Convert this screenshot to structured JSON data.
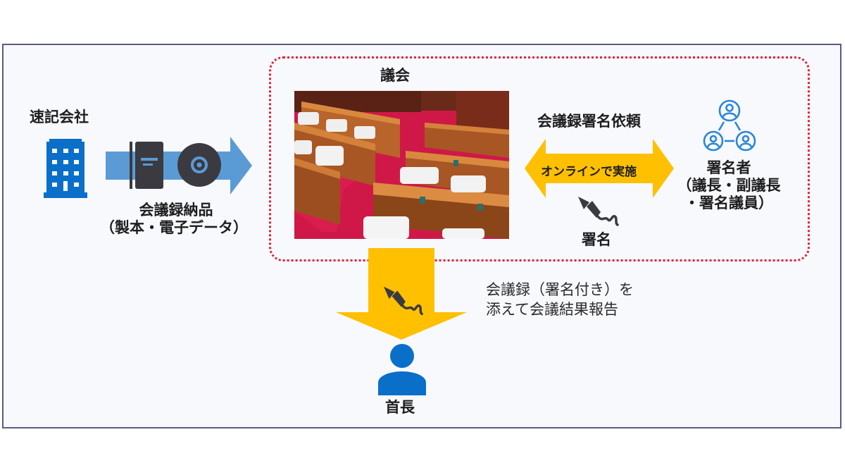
{
  "diagram": {
    "nodes": {
      "stenography_company": {
        "label": "速記会社",
        "icon": "office-building-icon"
      },
      "delivery": {
        "label_line1": "会議録納品",
        "label_line2": "（製本・電子データ）",
        "icons": [
          "bound-book-icon",
          "disc-icon"
        ]
      },
      "council": {
        "label": "議会",
        "image": "council-chamber-photo"
      },
      "signature_request": {
        "label": "会議録署名依頼",
        "arrow_text": "オンラインで実施"
      },
      "signature": {
        "label": "署名",
        "icon": "fountain-pen-icon"
      },
      "signers": {
        "label_line1": "署名者",
        "label_line2": "（議長・副議長",
        "label_line3": "・署名議員）",
        "icon": "people-network-icon"
      },
      "report": {
        "label_line1": "会議録（署名付き）を",
        "label_line2": "添えて会議結果報告",
        "icon": "fountain-pen-icon"
      },
      "mayor": {
        "label": "首長",
        "icon": "person-icon"
      }
    },
    "edges": [
      {
        "from": "速記会社",
        "to": "議会",
        "label": "会議録納品（製本・電子データ）",
        "style": "blue-arrow"
      },
      {
        "from": "議会",
        "to": "署名者",
        "label": "オンラインで実施",
        "style": "yellow-double-arrow"
      },
      {
        "from": "議会",
        "to": "首長",
        "label": "会議録（署名付き）を添えて会議結果報告",
        "style": "yellow-down-arrow"
      }
    ]
  },
  "colors": {
    "frame_border": "#5a5a86",
    "frame_bg": "#f8f9fd",
    "council_border": "#e2233a",
    "blue_arrow": "#5b9bd5",
    "yellow_arrow": "#ffc000",
    "icon_blue": "#0a6fc9",
    "icon_dark": "#3a3a40"
  }
}
